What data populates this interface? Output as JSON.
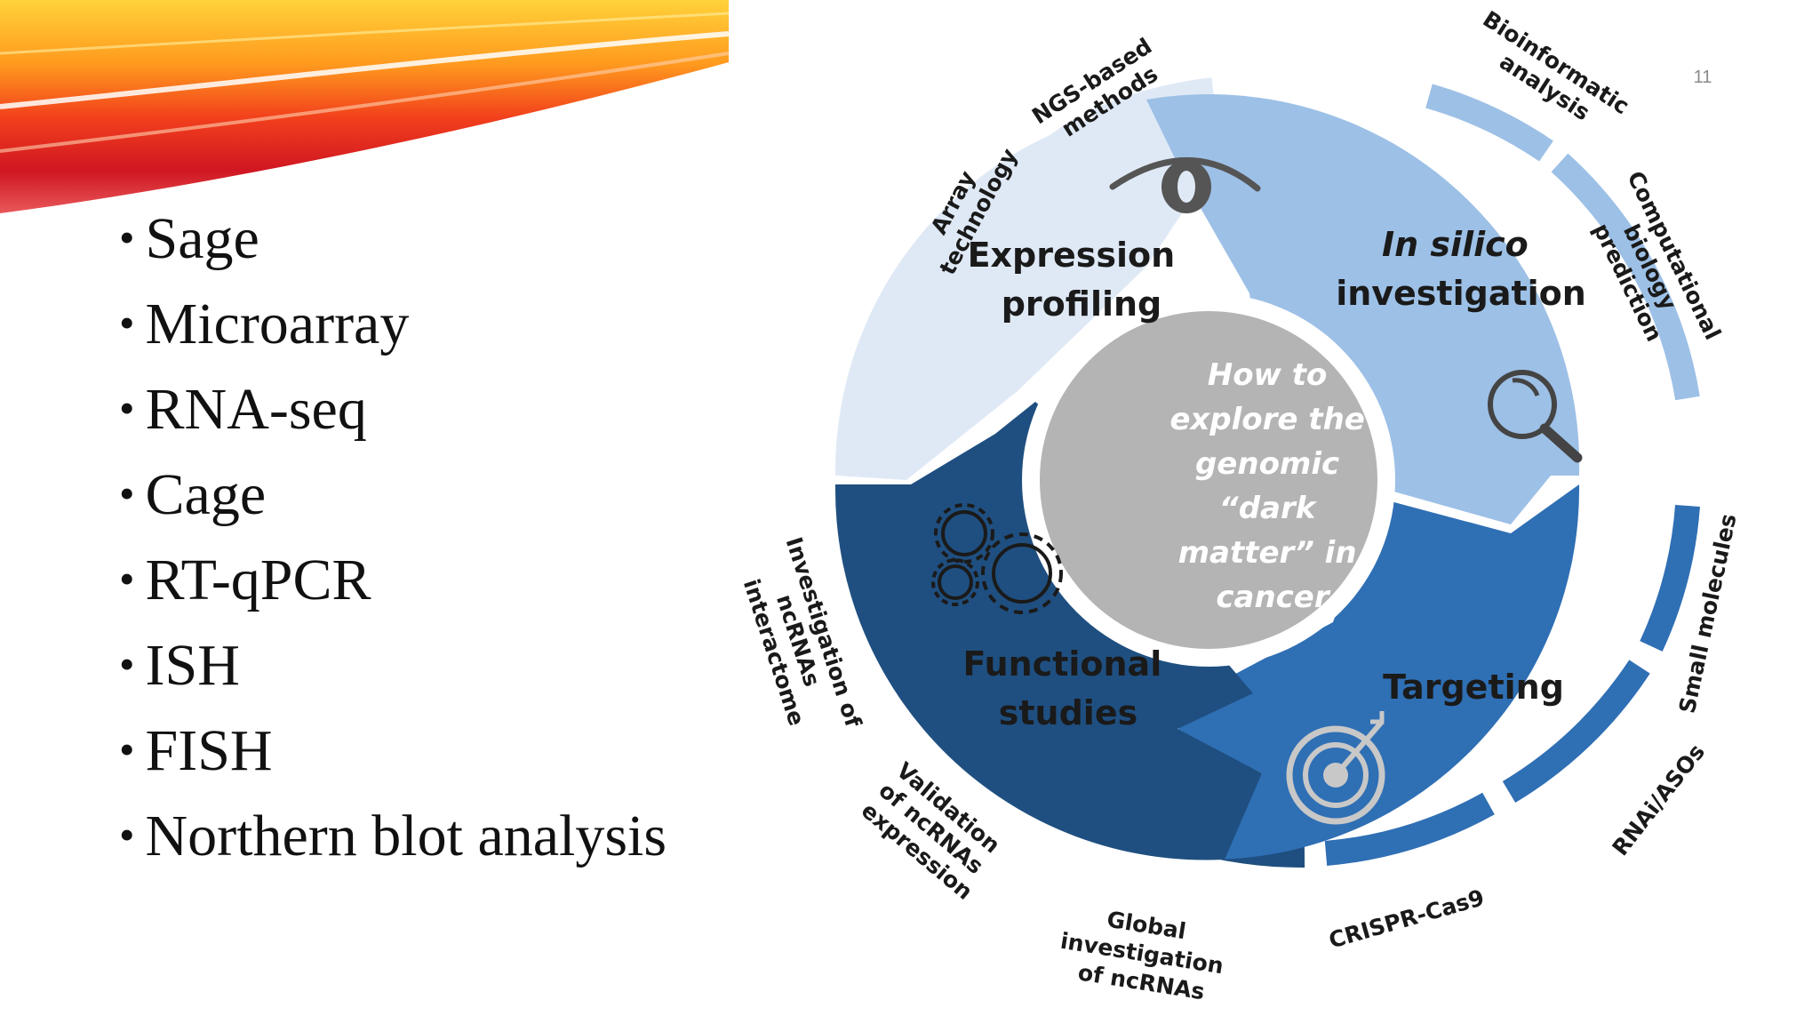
{
  "page_number": "11",
  "bullets": [
    "Sage",
    "Microarray",
    "RNA-seq",
    "Cage",
    "RT-qPCR",
    "ISH",
    "FISH",
    "Northern blot analysis"
  ],
  "diagram": {
    "center": [
      "How to",
      "explore the",
      "genomic",
      "“dark",
      "matter” in",
      "cancer"
    ],
    "segments": {
      "expression": [
        "Expression",
        "profiling"
      ],
      "insilico": [
        "In silico",
        "investigation"
      ],
      "targeting": [
        "Targeting"
      ],
      "functional": [
        "Functional",
        "studies"
      ]
    },
    "outer": {
      "ngs": [
        "NGS-based",
        "methods"
      ],
      "array": [
        "Array",
        "technology"
      ],
      "bioinformatic": [
        "Bioinformatic",
        "analysis"
      ],
      "computational": [
        "Computational",
        "biology",
        "prediction"
      ],
      "small_molecules": [
        "Small molecules"
      ],
      "rnai": [
        "RNAi/ASOs"
      ],
      "crispr": [
        "CRISPR-Cas9"
      ],
      "global": [
        "Global",
        "investigation",
        "of ncRNAs"
      ],
      "validation": [
        "Validation",
        "of ncRNAs",
        "expression"
      ],
      "interactome": [
        "Investigation of",
        "ncRNAs",
        "interactome"
      ]
    },
    "colors": {
      "expression": "#dfe9f6",
      "insilico": "#9dc0e6",
      "targeting": "#2f6fb4",
      "functional": "#1f4f80",
      "center": "#b4b4b4"
    }
  }
}
